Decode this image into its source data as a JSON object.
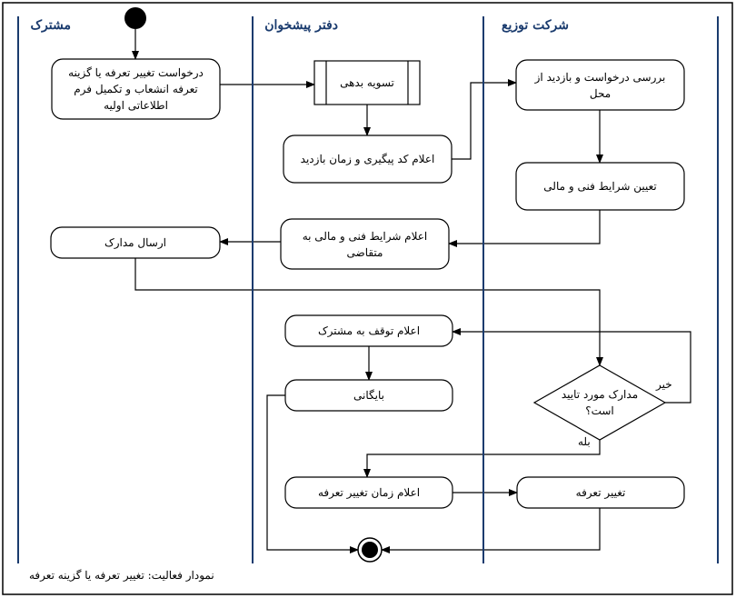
{
  "lanes": {
    "subscriber": "مشترک",
    "front_office": "دفتر پیشخوان",
    "distribution": "شرکت توزیع"
  },
  "nodes": {
    "request_change": "درخواست تغییر تعرفه یا گزینه تعرفه انشعاب و تکمیل فرم اطلاعاتی اولیه",
    "debt_settlement": "تسویه بدهی",
    "announce_tracking": "اعلام کد پیگیری و زمان بازدید",
    "review_visit": "بررسی درخواست و بازدید از محل",
    "set_conditions": "تعیین شرایط فنی و مالی",
    "announce_conditions": "اعلام شرایط فنی و مالی به متقاضی",
    "send_documents": "ارسال مدارک",
    "announce_stop": "اعلام توقف به مشترک",
    "archive": "بایگانی",
    "decision_docs": "مدارک مورد تایید است؟",
    "announce_change_time": "اعلام زمان تغییر تعرفه",
    "change_tariff": "تغییر تعرفه"
  },
  "edge_labels": {
    "no": "خیر",
    "yes": "بله"
  },
  "caption": "نمودار فعالیت: تغییر تعرفه یا گزینه تعرفه",
  "colors": {
    "lane_title": "#1a3b6e",
    "lane_line": "#1a3b6e",
    "stroke": "#000000"
  }
}
